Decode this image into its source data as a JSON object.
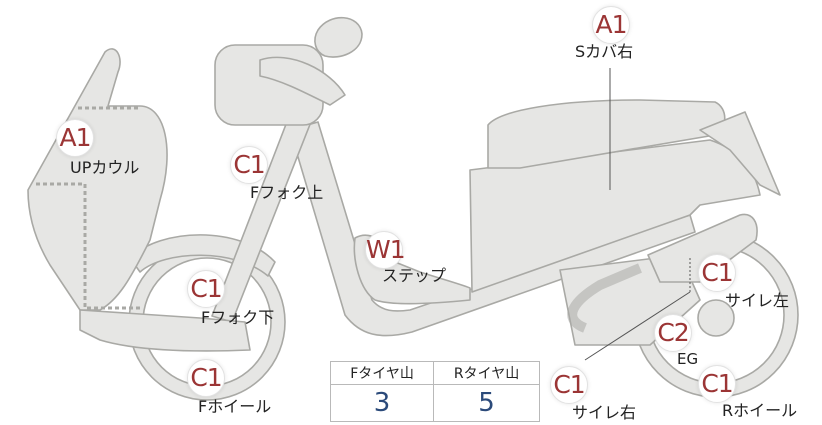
{
  "parts": [
    {
      "id": "s-cover-right",
      "code": "A1",
      "label": "Sカバ右"
    },
    {
      "id": "up-cowl",
      "code": "A1",
      "label": "UPカウル"
    },
    {
      "id": "f-fork-upper",
      "code": "C1",
      "label": "Fフォク上"
    },
    {
      "id": "step",
      "code": "W1",
      "label": "ステップ"
    },
    {
      "id": "f-fork-lower",
      "code": "C1",
      "label": "Fフォク下"
    },
    {
      "id": "f-wheel",
      "code": "C1",
      "label": "Fホイール"
    },
    {
      "id": "muffler-left",
      "code": "C1",
      "label": "サイレ左"
    },
    {
      "id": "engine",
      "code": "C2",
      "label": "EG"
    },
    {
      "id": "muffler-right",
      "code": "C1",
      "label": "サイレ右"
    },
    {
      "id": "r-wheel",
      "code": "C1",
      "label": "Rホイール"
    }
  ],
  "tread_table": {
    "headers": [
      "Fタイヤ山",
      "Rタイヤ山"
    ],
    "values": [
      "3",
      "5"
    ]
  },
  "colors": {
    "badge_text": "#9b3535",
    "part_fill": "#e6e6e4",
    "part_stroke": "#a9a9a5",
    "value_text": "#2b4a7a"
  }
}
